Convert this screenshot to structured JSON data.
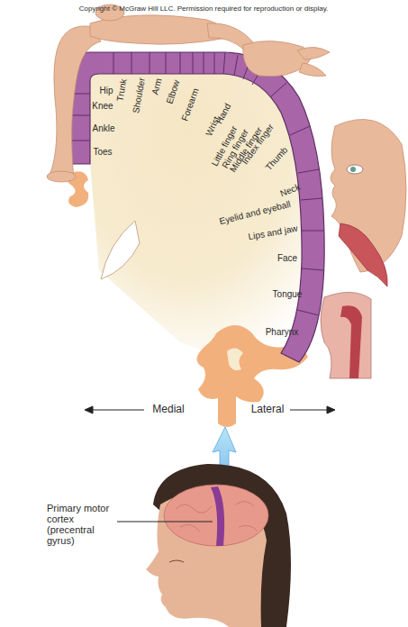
{
  "diagram": {
    "labels": [
      "Copyright © McGraw Hill LLC. Permission required for reproduction or display.",
      "Hip",
      "Trunk",
      "Shoulder",
      "Arm",
      "Elbow",
      "Forearm",
      "Wrist",
      "Hand",
      "Little finger",
      "Ring finger",
      "Middle finger",
      "Index finger",
      "Thumb",
      "Knee",
      "Ankle",
      "Toes",
      "Neck",
      "Eyelid and eyeball",
      "Lips and jaw",
      "Face",
      "Tongue",
      "Pharynx",
      "Medial",
      "Lateral",
      "Primary motor cortex (precentral gyrus)"
    ]
  }
}
